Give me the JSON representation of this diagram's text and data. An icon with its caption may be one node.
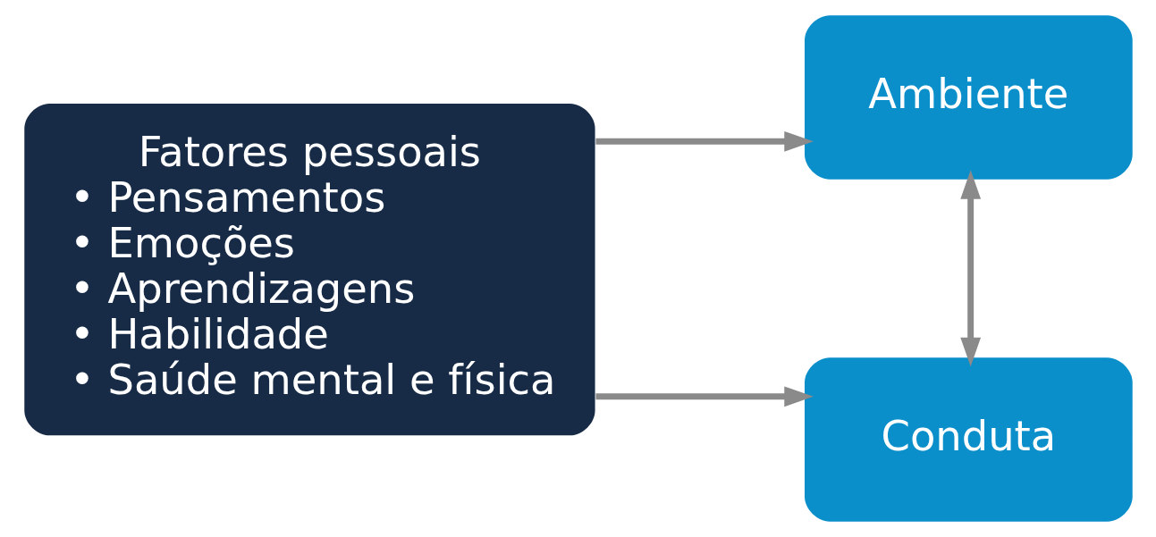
{
  "diagram": {
    "nodes": [
      {
        "text": [
          "Fatores pessoais",
          "• Pensamentos",
          "• Emoções",
          "• Aprendizagens",
          "• Habilidade",
          "• Saúde mental e física"
        ]
      },
      {
        "text": [
          "Ambiente"
        ]
      },
      {
        "text": [
          "Conduta"
        ]
      }
    ],
    "edges": [
      {
        "from": 0,
        "to": 1,
        "arrow": "to"
      },
      {
        "from": 0,
        "to": 2,
        "arrow": "to"
      },
      {
        "from": 1,
        "to": 2,
        "arrow": "both"
      }
    ]
  }
}
